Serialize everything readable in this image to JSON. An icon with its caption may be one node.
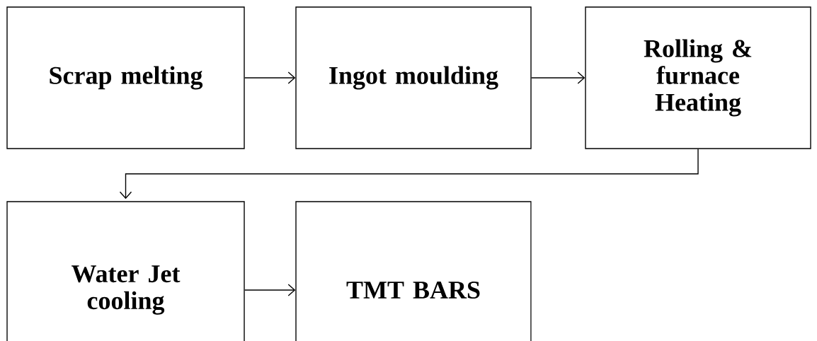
{
  "diagram": {
    "nodes": [
      {
        "text": [
          "Scrap melting"
        ]
      },
      {
        "text": [
          "Ingot moulding"
        ]
      },
      {
        "text": [
          "Rolling & furnace Heating"
        ]
      },
      {
        "text": [
          "Water Jet cooling"
        ]
      },
      {
        "text": [
          "TMT BARS"
        ]
      }
    ],
    "edges": [
      {
        "from": 0,
        "to": 1,
        "arrow": "to"
      },
      {
        "from": 1,
        "to": 2,
        "arrow": "to"
      },
      {
        "from": 2,
        "to": 3,
        "arrow": "to"
      },
      {
        "from": 3,
        "to": 4,
        "arrow": "to"
      }
    ]
  }
}
